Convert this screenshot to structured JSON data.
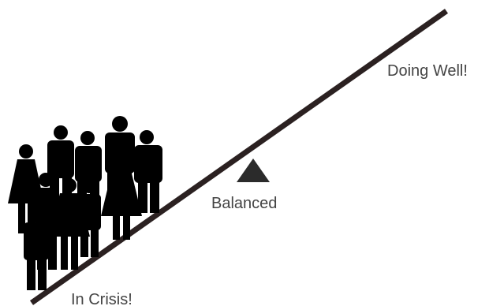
{
  "labels": {
    "right": "Doing Well!",
    "middle": "Balanced",
    "left": "In Crisis!"
  },
  "colors": {
    "beam": "#2b2121",
    "fulcrum": "#2b2b2b",
    "people": "#000000",
    "text": "#444444"
  },
  "icons": {
    "fulcrum": "triangle-fulcrum-icon",
    "crowd": "people-crowd-icon"
  }
}
